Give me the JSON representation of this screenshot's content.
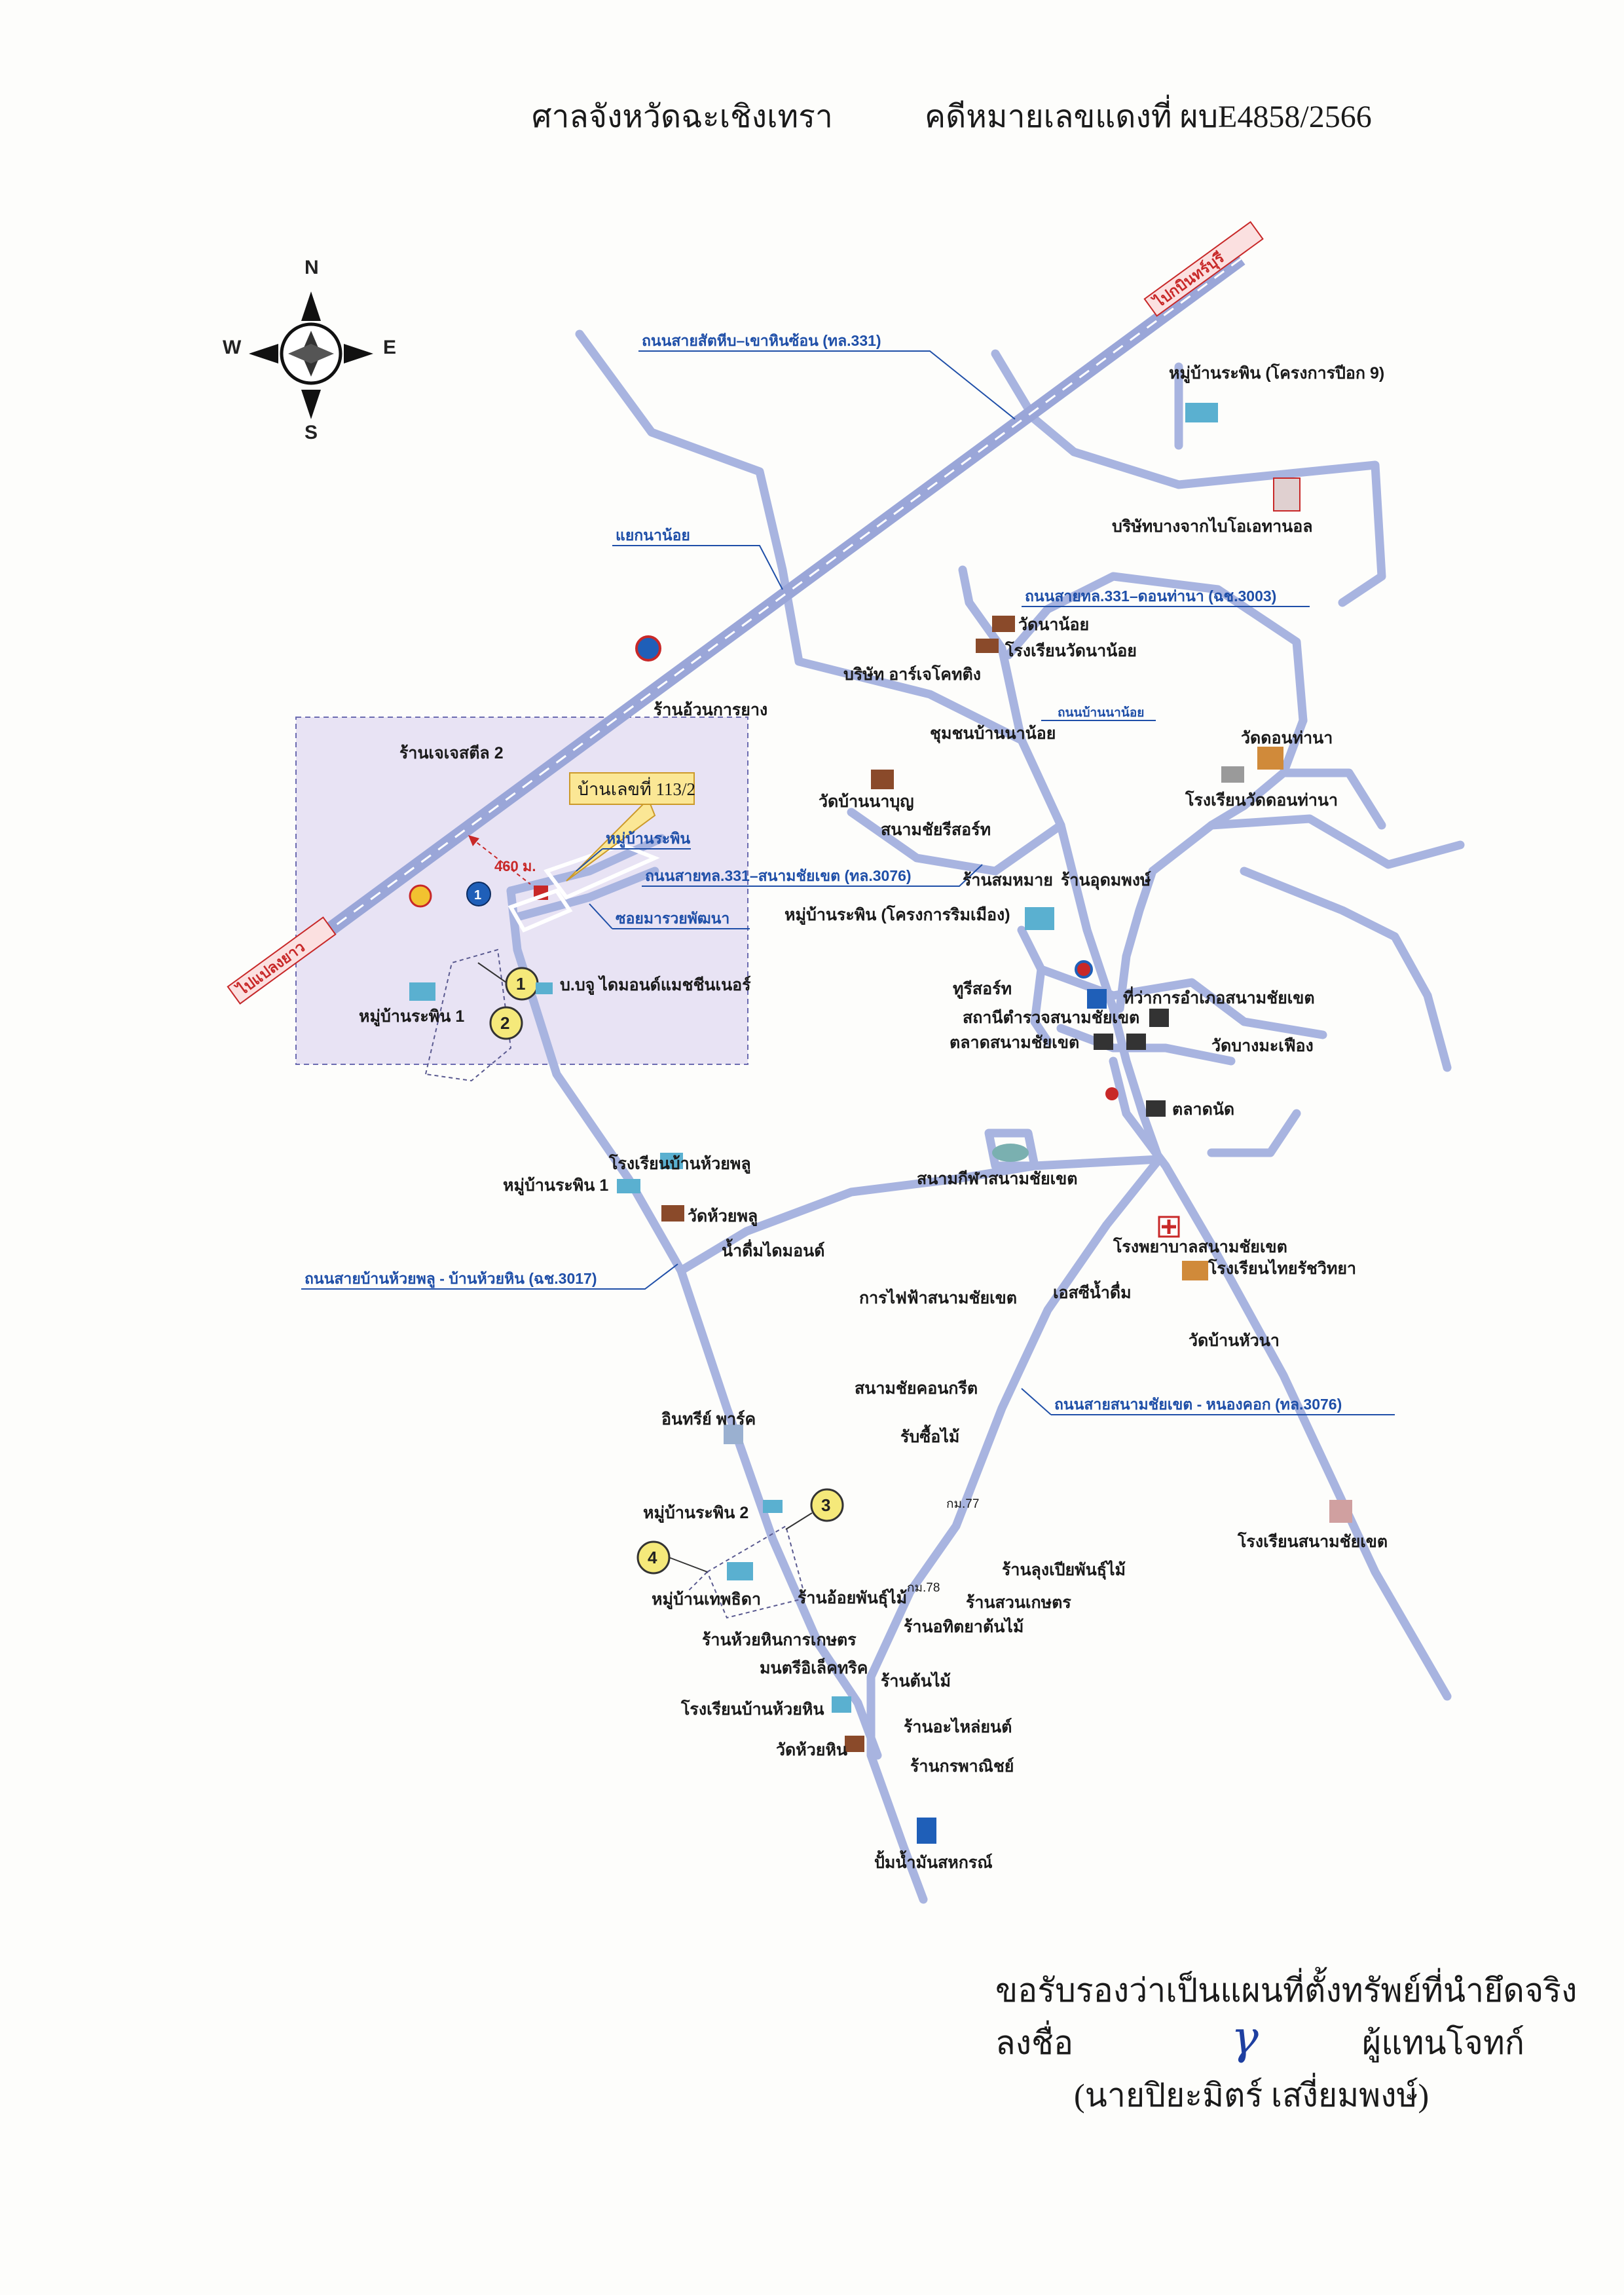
{
  "header": {
    "court": "ศาลจังหวัดฉะเชิงเทรา",
    "case_no": "คดีหมายเลขแดงที่ ผบE4858/2566"
  },
  "compass": {
    "n": "N",
    "s": "S",
    "e": "E",
    "w": "W"
  },
  "highway": {
    "to_ne": "ไปกบินทร์บุรี",
    "to_sw": "ไปแปลงยาว"
  },
  "roads": {
    "r331": "ถนนสายสัตหีบ–เขาหินซ้อน (ทล.331)",
    "yaek_na_noi": "แยกนาน้อย",
    "r3003": "ถนนสายทล.331–ดอนท่านา (ฉช.3003)",
    "ban_na_noi_rd": "ถนนบ้านนาน้อย",
    "r3076a": "ถนนสายทล.331–สนามชัยเขต (ทล.3076)",
    "soi": "ซอยมารวยพัฒนา",
    "r3017": "ถนนสายบ้านห้วยพลู - บ้านห้วยหิน (ฉช.3017)",
    "r3076b": "ถนนสายสนามชัยเขต - หนองคอก (ทล.3076)"
  },
  "subject": {
    "house": "บ้านเลขที่ 113/2",
    "village": "หมู่บ้านระพิน",
    "distance": "460 ม.",
    "pin_no": "1"
  },
  "places": {
    "moo_raphin_9": "หมู่บ้านระพิน (โครงการปีอก 9)",
    "bio_ethanol": "บริษัทบางจากไบโอเอทานอล",
    "wat_na_noi": "วัดนาน้อย",
    "school_na_noi": "โรงเรียนวัดนาน้อย",
    "rj_coating": "บริษัท อาร์เจโคทติง",
    "rubber_shop": "ร้านอ้วนการยาง",
    "jj_steel": "ร้านเจเจสตีล 2",
    "chumchon_na_noi": "ชุมชนบ้านนาน้อย",
    "wat_don_tha_na": "วัดดอนท่านา",
    "school_don_tha_na": "โรงเรียนวัดดอนท่านา",
    "wat_na_boon": "วัดบ้านนาบุญ",
    "stadium_sport": "สนามชัยรีสอร์ท",
    "somai_shop": "ร้านสมหมาย",
    "udom_shop": "ร้านอุดมพงษ์",
    "moo_raphin_rim": "หมู่บ้านระพิน (โครงการริมเมือง)",
    "diamond_machinery": "บ.บจู ไดมอนด์แมชชีนเนอร์",
    "moo_raphin_1": "หมู่บ้านระพิน 1",
    "tourist": "ทูรีสอร์ท",
    "district_office": "ที่ว่าการอำเภอสนามชัยเขต",
    "police": "สถานีตำรวจสนามชัยเขต",
    "market": "ตลาดสนามชัยเขต",
    "wat_bang_ma": "วัดบางมะเฟือง",
    "talad_nat": "ตลาดนัด",
    "school_huai_phlu": "โรงเรียนบ้านห้วยพลู",
    "moo_raphin_1b": "หมู่บ้านระพิน 1",
    "wat_huai_phlu": "วัดห้วยพลู",
    "diamond_water": "น้ำดื่มไดมอนด์",
    "stadium": "สนามกีฬาสนามชัยเขต",
    "hospital": "โรงพยาบาลสนามชัยเขต",
    "school_thai_rat": "โรงเรียนไทยรัชวิทยา",
    "electricity": "การไฟฟ้าสนามชัยเขต",
    "es_water": "เอสซีน้ำดื่ม",
    "wat_hua_na": "วัดบ้านหัวนา",
    "concrete": "สนามชัยคอนกรีต",
    "intree": "อินทรีย์ พาร์ค",
    "wood_buy": "รับซื้อไม้",
    "km77": "กม.77",
    "moo_raphin_2": "หมู่บ้านระพิน 2",
    "school_sanam": "โรงเรียนสนามชัยเขต",
    "tree_shop1": "ร้านลุงเปียพันธุ์ไม้",
    "moo_thep": "หมู่บ้านเทพธิดา",
    "plant_shop": "ร้านอ้อยพันธุ์ไม้",
    "km78": "กม.78",
    "suan_kaset": "ร้านสวนเกษตร",
    "tree_shop2": "ร้านอทิตยาต้นไม้",
    "huai_hin_kaset": "ร้านห้วยหินการเกษตร",
    "monsri": "มนตรีอิเล็คทริค",
    "ton_mai": "ร้านต้นไม้",
    "school_huai_hin": "โรงเรียนบ้านห้วยหิน",
    "spare": "ร้านอะไหล่ยนต์",
    "wat_huai_hin": "วัดห้วยหิน",
    "kraphanit": "ร้านกรพาณิชย์",
    "gas": "ปั้มน้ำมันสหกรณ์"
  },
  "markers": [
    "1",
    "2",
    "3",
    "4"
  ],
  "footer": {
    "certify": "ขอรับรองว่าเป็นแผนที่ตั้งทรัพย์ที่นำยึดจริง",
    "sign_label": "ลงชื่อ",
    "rep": "ผู้แทนโจทก์",
    "name": "(นายปิยะมิตร์ เสงี่ยมพงษ์)"
  },
  "colors": {
    "road": "#a8b4e0",
    "highway": "#9aa6d8",
    "inset": "#e8e3f4",
    "road_label": "#1f4fa8",
    "marker_fill": "#f5e97a",
    "pin": "#1f5fb8",
    "red": "#c82828"
  }
}
